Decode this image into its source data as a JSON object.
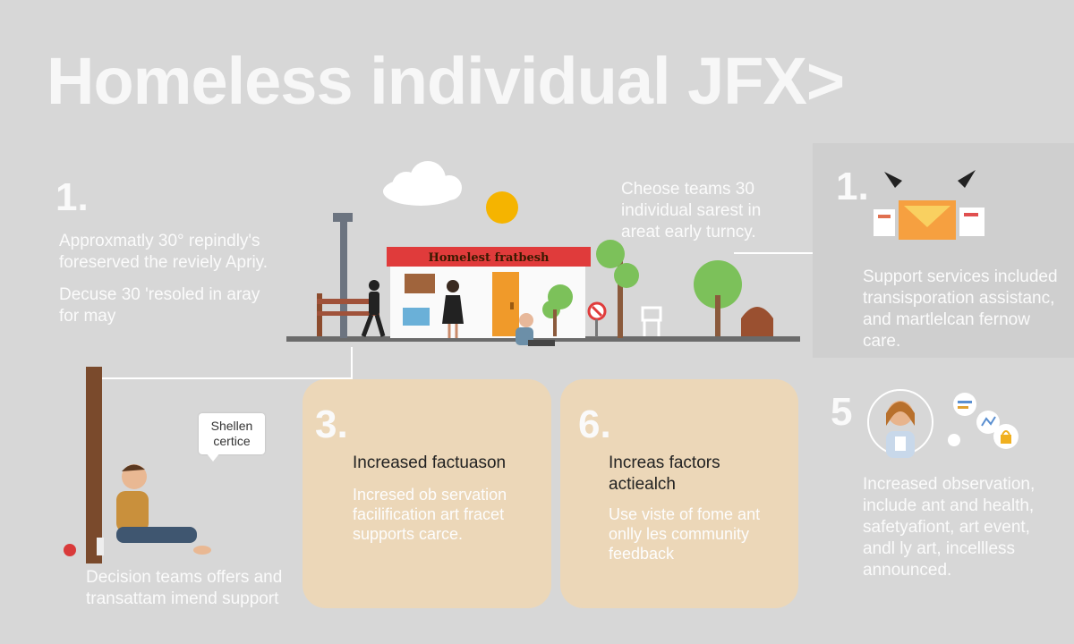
{
  "title": "Homeless individual JFX>",
  "left_section": {
    "number": "1.",
    "text1": "Approxmatly 30° repindly's foreserved the reviely Apriy.",
    "text2": "Decuse 30 'resoled in aray for may"
  },
  "scene": {
    "shop_sign": "Homelest fratbesh"
  },
  "top_middle": {
    "text": "Cheose teams 30 individual sarest in areat early turncy."
  },
  "right_top": {
    "number": "1.",
    "text": "Support services included transisporation assistanc, and martlelcan fernow care."
  },
  "bubble": {
    "text": "Shellen certice"
  },
  "bottom_left": {
    "text": "Decision teams offers and transattam imend support"
  },
  "card3": {
    "number": "3.",
    "heading": "Increased factuason",
    "text": "Incresed ob servation facilification art fracet supports carce."
  },
  "card6": {
    "number": "6.",
    "heading": "Increas factors actiealch",
    "text": "Use viste of fome ant onlly les community feedback"
  },
  "right_bottom": {
    "number": "5",
    "text": "Increased observation, include ant and health, safetyafiont, art event, andl ly art, incellless announced."
  },
  "colors": {
    "background": "#d7d7d7",
    "card": "#ecd7b8",
    "sign_red": "#e03b3b",
    "door_orange": "#f09a2a",
    "tree_green": "#7cc15a",
    "sun": "#f5b400"
  }
}
